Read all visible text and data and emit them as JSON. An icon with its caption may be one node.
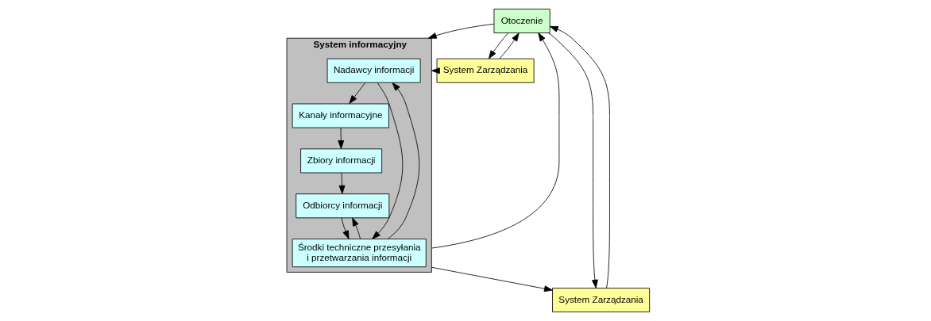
{
  "diagram": {
    "nodes": [
      {
        "text": [
          "Otoczenie"
        ]
      },
      {
        "text": [
          "System informacyjny"
        ]
      },
      {
        "text": [
          "Nadawcy informacji"
        ],
        "in": 1
      },
      {
        "text": [
          "Kanały informacyjne"
        ],
        "in": 1
      },
      {
        "text": [
          "Zbiory informacji"
        ],
        "in": 1
      },
      {
        "text": [
          "Odbiorcy informacji"
        ],
        "in": 1
      },
      {
        "text": [
          "Środki techniczne przesyłania i przetwarzania informacji"
        ],
        "in": 1
      },
      {
        "text": [
          "System Zarządzania"
        ]
      },
      {
        "text": [
          "System Zarządzania"
        ]
      }
    ],
    "edges": [
      {
        "from": 7,
        "to": 0,
        "arrow": "to"
      },
      {
        "from": 0,
        "to": 7,
        "arrow": "to"
      },
      {
        "from": 8,
        "to": 0,
        "arrow": "to"
      },
      {
        "from": 0,
        "to": 8,
        "arrow": "to"
      },
      {
        "from": 0,
        "to": 1,
        "arrow": "to"
      },
      {
        "from": 1,
        "to": 0,
        "arrow": "to"
      },
      {
        "from": 7,
        "to": 1,
        "arrow": "to"
      },
      {
        "from": 1,
        "to": 8,
        "arrow": "to"
      },
      {
        "from": 2,
        "to": 3,
        "arrow": "to"
      },
      {
        "from": 3,
        "to": 4,
        "arrow": "to"
      },
      {
        "from": 4,
        "to": 5,
        "arrow": "to"
      },
      {
        "from": 2,
        "to": 6,
        "arrow": "to"
      },
      {
        "from": 6,
        "to": 2,
        "arrow": "to"
      },
      {
        "from": 6,
        "to": 5,
        "arrow": "to"
      },
      {
        "from": 5,
        "to": 6,
        "arrow": "to"
      }
    ]
  }
}
